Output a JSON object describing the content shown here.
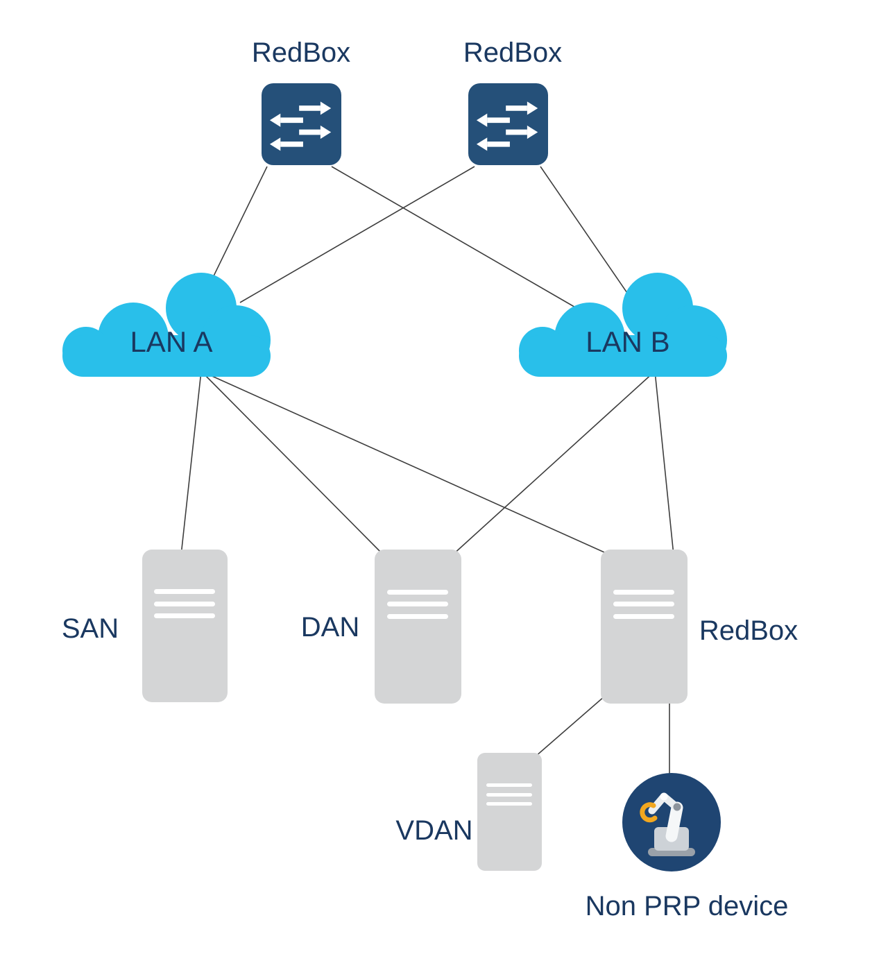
{
  "diagram": {
    "type": "network-topology",
    "nodes": {
      "switch1": {
        "label": "RedBox",
        "type": "switch",
        "icon": "switch-arrows-icon"
      },
      "switch2": {
        "label": "RedBox",
        "type": "switch",
        "icon": "switch-arrows-icon"
      },
      "lan_a": {
        "label": "LAN A",
        "type": "network-cloud",
        "icon": "cloud-icon"
      },
      "lan_b": {
        "label": "LAN B",
        "type": "network-cloud",
        "icon": "cloud-icon"
      },
      "san": {
        "label": "SAN",
        "type": "server",
        "icon": "server-icon"
      },
      "dan": {
        "label": "DAN",
        "type": "server",
        "icon": "server-icon"
      },
      "redbox_server": {
        "label": "RedBox",
        "type": "server",
        "icon": "server-icon"
      },
      "vdan": {
        "label": "VDAN",
        "type": "server",
        "icon": "server-icon"
      },
      "non_prp_device": {
        "label": "Non PRP device",
        "type": "device",
        "icon": "robot-arm-icon"
      }
    },
    "edges": [
      {
        "from": "switch1",
        "to": "lan_a"
      },
      {
        "from": "switch1",
        "to": "lan_b"
      },
      {
        "from": "switch2",
        "to": "lan_a"
      },
      {
        "from": "switch2",
        "to": "lan_b"
      },
      {
        "from": "lan_a",
        "to": "san"
      },
      {
        "from": "lan_a",
        "to": "dan"
      },
      {
        "from": "lan_a",
        "to": "redbox_server"
      },
      {
        "from": "lan_b",
        "to": "dan"
      },
      {
        "from": "lan_b",
        "to": "redbox_server"
      },
      {
        "from": "redbox_server",
        "to": "vdan"
      },
      {
        "from": "redbox_server",
        "to": "non_prp_device"
      }
    ],
    "colors": {
      "switch_navy": "#255079",
      "cloud_cyan": "#29BFEA",
      "label_navy": "#1A3860",
      "server_gray": "#D4D5D6",
      "stripe_white": "#FFFFFF",
      "robot_circle_navy": "#1F4572",
      "robot_arm_light": "#EDEFF1",
      "robot_base_gray": "#CDD2D7",
      "robot_pedestal_gray": "#9AA1A9",
      "claw_orange": "#F2A71F",
      "link_line": "#3D3D3D"
    }
  }
}
